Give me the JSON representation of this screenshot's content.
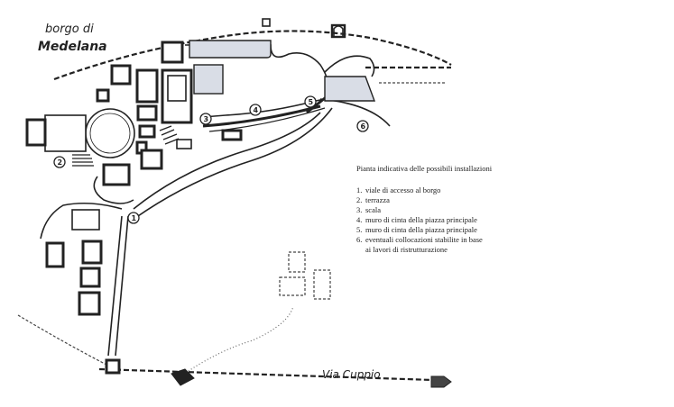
{
  "place_label_line1": "borgo di",
  "place_label_line2": "Medelana",
  "road_label": "Via Cuppio",
  "legend": {
    "title": "Pianta indicativa delle possibili installazioni",
    "items": [
      {
        "num": "1.",
        "text": "viale di accesso al borgo"
      },
      {
        "num": "2.",
        "text": "terrazza"
      },
      {
        "num": "3.",
        "text": "scala"
      },
      {
        "num": "4.",
        "text": "muro di cinta della piazza principale"
      },
      {
        "num": "5.",
        "text": "muro di cinta della piazza principale"
      },
      {
        "num": "6.",
        "text": "eventuali collocazioni stabilite in base"
      },
      {
        "num": "",
        "text": "ai lavori di ristrutturazione"
      }
    ]
  },
  "markers": [
    {
      "id": "1",
      "label": "1"
    },
    {
      "id": "2",
      "label": "2"
    },
    {
      "id": "3",
      "label": "3"
    },
    {
      "id": "4",
      "label": "4"
    },
    {
      "id": "5",
      "label": "5"
    },
    {
      "id": "6",
      "label": "6"
    }
  ],
  "colors": {
    "ink": "#222222",
    "shade": "#d9dde6",
    "background": "#ffffff"
  }
}
